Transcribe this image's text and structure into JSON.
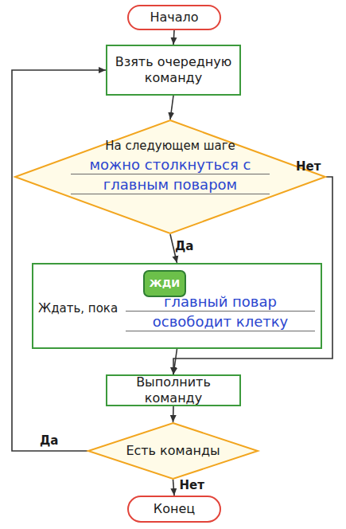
{
  "diagram": {
    "nodes": [
      {
        "text": [
          "Начало"
        ]
      },
      {
        "text": [
          "Взять очередную команду"
        ]
      },
      {
        "text": [
          "На следующем шаге",
          "можно столкнуться с главным поваром"
        ]
      },
      {
        "text": [
          "Ждать, пока",
          "главный повар освободит клетку"
        ]
      },
      {
        "text": [
          "ЖДИ"
        ],
        "in": 3
      },
      {
        "text": [
          "Выполнить команду"
        ]
      },
      {
        "text": [
          "Есть команды"
        ]
      },
      {
        "text": [
          "Конец"
        ]
      }
    ],
    "edges": [
      {
        "from": 0,
        "to": 1,
        "arrow": "to"
      },
      {
        "from": 1,
        "to": 2,
        "arrow": "to"
      },
      {
        "from": 2,
        "to": 3,
        "label": "Да",
        "arrow": "to"
      },
      {
        "from": 2,
        "to": 5,
        "label": "Нет",
        "arrow": "to"
      },
      {
        "from": 3,
        "to": 5,
        "arrow": "to"
      },
      {
        "from": 5,
        "to": 6,
        "arrow": "to"
      },
      {
        "from": 6,
        "to": 7,
        "label": "Нет",
        "arrow": "to"
      },
      {
        "from": 6,
        "to": 1,
        "label": "Да",
        "arrow": "to"
      }
    ]
  }
}
